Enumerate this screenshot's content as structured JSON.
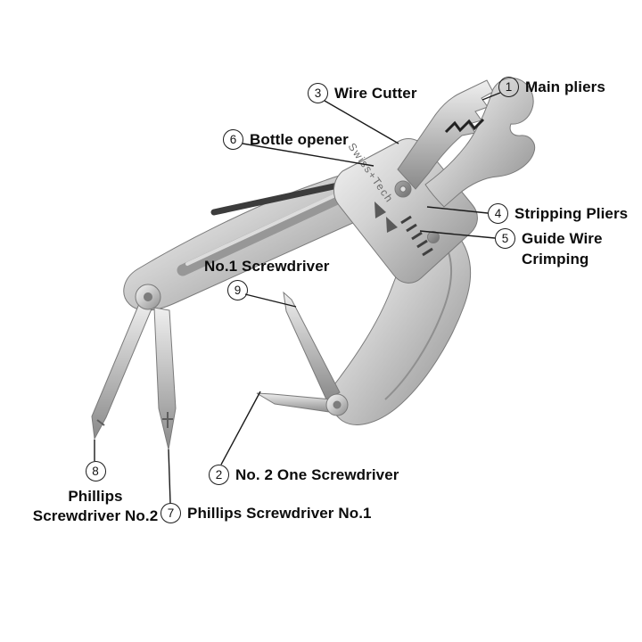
{
  "diagram": {
    "brand": "Swiss+Tech",
    "colors": {
      "ink": "#0c0c0c",
      "leader_line": "#1a1a1a",
      "metal_light": "#f2f2f2",
      "metal_dark": "#8d8d8d"
    },
    "callouts": {
      "wire_cutter": {
        "num": "3",
        "label": "Wire Cutter"
      },
      "main_pliers": {
        "num": "1",
        "label": "Main pliers"
      },
      "bottle_opener": {
        "num": "6",
        "label": "Bottle opener"
      },
      "stripping_pliers": {
        "num": "4",
        "label": "Stripping Pliers"
      },
      "guide_wire_crimping": {
        "num": "5",
        "line1": "Guide Wire",
        "line2": "Crimping"
      },
      "no1_screwdriver": {
        "num": "9",
        "label": "No.1 Screwdriver"
      },
      "no2_one_screwdriver": {
        "num": "2",
        "label": "No. 2 One Screwdriver"
      },
      "phillips_no1": {
        "num": "7",
        "label": "Phillips Screwdriver No.1"
      },
      "phillips_no2": {
        "num": "8",
        "line1": "Phillips",
        "line2": "Screwdriver No.2"
      }
    }
  }
}
